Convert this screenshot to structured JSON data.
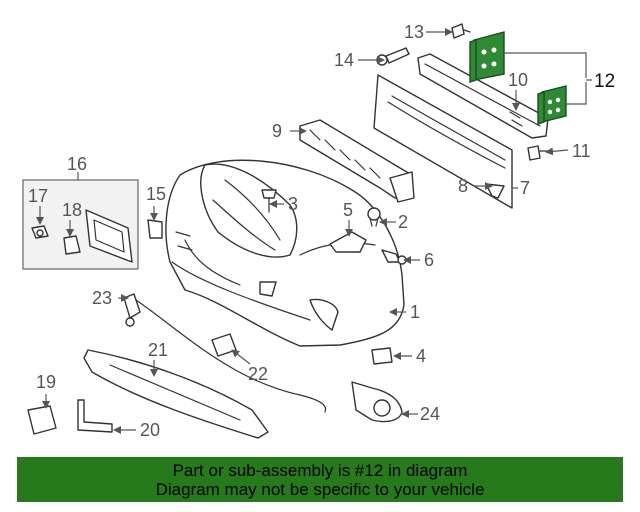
{
  "colors": {
    "banner_bg": "#267a1b",
    "highlight": "#2f8a35",
    "line": "#333333"
  },
  "callouts": {
    "c1": "1",
    "c2": "2",
    "c3": "3",
    "c4": "4",
    "c5": "5",
    "c6": "6",
    "c7": "7",
    "c8": "8",
    "c9": "9",
    "c10": "10",
    "c11": "11",
    "c12": "12",
    "c13": "13",
    "c14": "14",
    "c15": "15",
    "c16": "16",
    "c17": "17",
    "c18": "18",
    "c19": "19",
    "c20": "20",
    "c21": "21",
    "c22": "22",
    "c23": "23",
    "c24": "24"
  },
  "banner": {
    "line1": "Part or sub-assembly is #12 in diagram",
    "line2": "Diagram may not be specific to your vehicle"
  }
}
